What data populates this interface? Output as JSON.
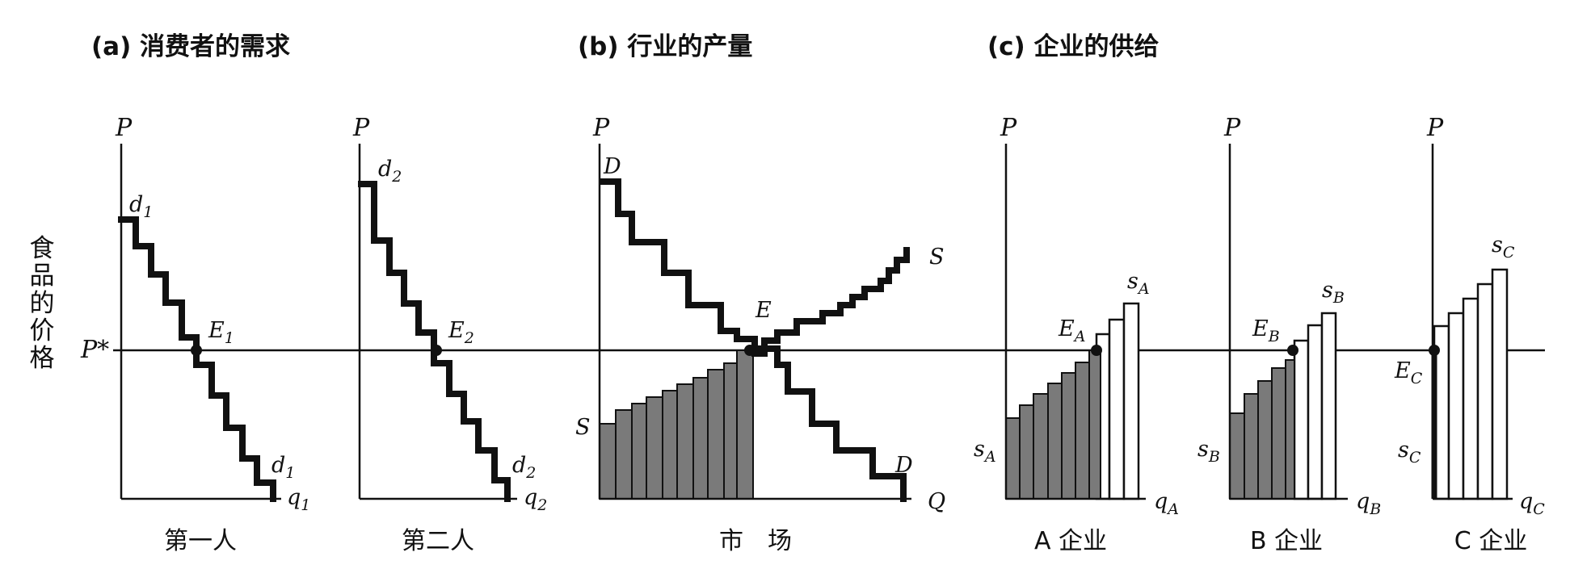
{
  "titles": {
    "a": "(a) 消费者的需求",
    "b": "(b) 行业的产量",
    "c": "(c) 企业的供给"
  },
  "y_axis_label": [
    "食",
    "品",
    "的",
    "价",
    "格"
  ],
  "price_label": "P",
  "equilibrium_price_label": "P*",
  "panels": {
    "person1": {
      "caption": "第一人",
      "x_label": "q",
      "x_sub": "1",
      "curve": "d",
      "curve_sub": "1",
      "point": "E",
      "point_sub": "1"
    },
    "person2": {
      "caption": "第二人",
      "x_label": "q",
      "x_sub": "2",
      "curve": "d",
      "curve_sub": "2",
      "point": "E",
      "point_sub": "2"
    },
    "market": {
      "caption": "市　场",
      "x_label": "Q",
      "demand": "D",
      "supply": "S",
      "point": "E"
    },
    "firmA": {
      "caption": "A 企业",
      "x_label": "q",
      "x_sub": "A",
      "curve": "s",
      "curve_sub": "A",
      "point": "E",
      "point_sub": "A"
    },
    "firmB": {
      "caption": "B 企业",
      "x_label": "q",
      "x_sub": "B",
      "curve": "s",
      "curve_sub": "B",
      "point": "E",
      "point_sub": "B"
    },
    "firmC": {
      "caption": "C 企业",
      "x_label": "q",
      "x_sub": "C",
      "curve": "s",
      "curve_sub": "C",
      "point": "E",
      "point_sub": "C"
    }
  }
}
